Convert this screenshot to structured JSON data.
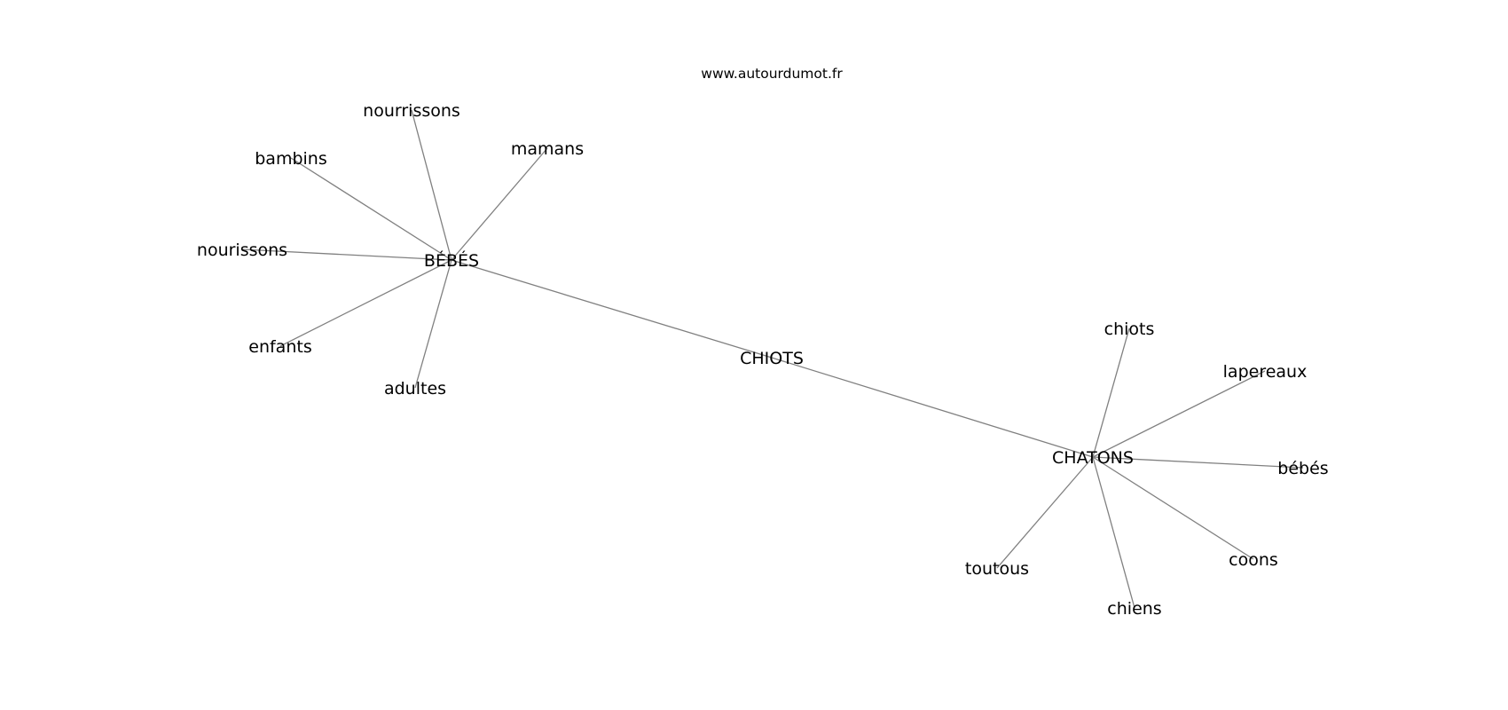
{
  "watermark": "www.autourdumot.fr",
  "edge_color": "#808080",
  "text_color": "#000000",
  "nodes": [
    {
      "id": "chiots_center",
      "label": "CHIOTS"
    },
    {
      "id": "bebes_hub",
      "label": "BÉBÉS"
    },
    {
      "id": "chatons_hub",
      "label": "CHATONS"
    },
    {
      "id": "nourrissons",
      "label": "nourrissons"
    },
    {
      "id": "mamans",
      "label": "mamans"
    },
    {
      "id": "bambins",
      "label": "bambins"
    },
    {
      "id": "nourissons",
      "label": "nourissons"
    },
    {
      "id": "enfants",
      "label": "enfants"
    },
    {
      "id": "adultes",
      "label": "adultes"
    },
    {
      "id": "chiots",
      "label": "chiots"
    },
    {
      "id": "lapereaux",
      "label": "lapereaux"
    },
    {
      "id": "bebes",
      "label": "bébés"
    },
    {
      "id": "coons",
      "label": "coons"
    },
    {
      "id": "chiens",
      "label": "chiens"
    },
    {
      "id": "toutous",
      "label": "toutous"
    }
  ],
  "edges": [
    [
      "bebes_hub",
      "chiots_center"
    ],
    [
      "chiots_center",
      "chatons_hub"
    ],
    [
      "bebes_hub",
      "nourrissons"
    ],
    [
      "bebes_hub",
      "mamans"
    ],
    [
      "bebes_hub",
      "bambins"
    ],
    [
      "bebes_hub",
      "nourissons"
    ],
    [
      "bebes_hub",
      "enfants"
    ],
    [
      "bebes_hub",
      "adultes"
    ],
    [
      "chatons_hub",
      "chiots"
    ],
    [
      "chatons_hub",
      "lapereaux"
    ],
    [
      "chatons_hub",
      "bebes"
    ],
    [
      "chatons_hub",
      "coons"
    ],
    [
      "chatons_hub",
      "chiens"
    ],
    [
      "chatons_hub",
      "toutous"
    ]
  ]
}
